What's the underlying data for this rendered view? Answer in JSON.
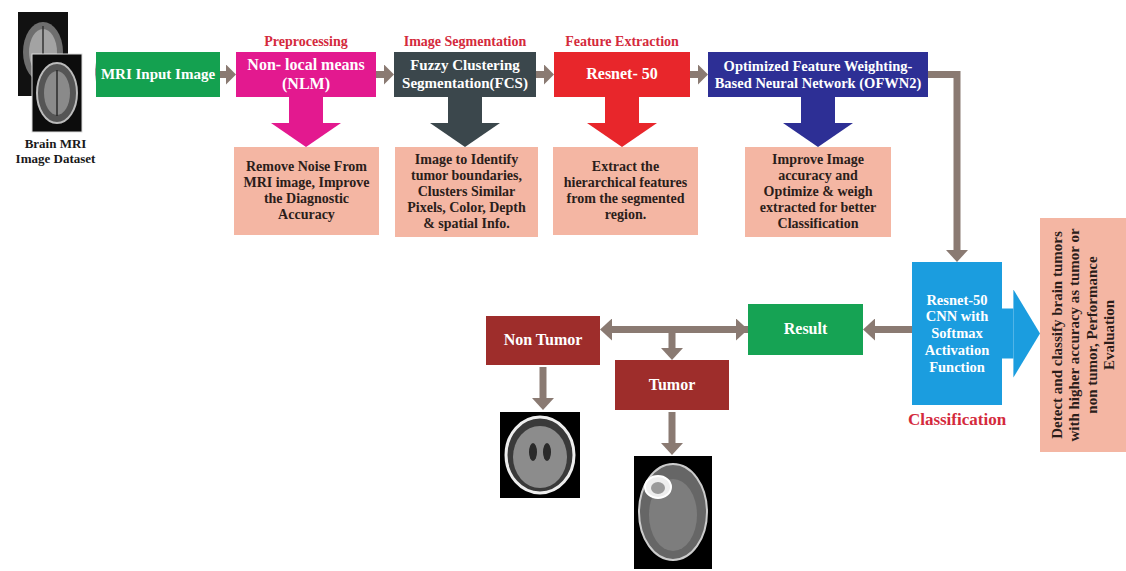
{
  "diagram": {
    "nodes": [
      {
        "text": [
          "Brain MRI Image Dataset"
        ]
      },
      {
        "text": [
          "MRI Input Image"
        ]
      },
      {
        "text": [
          "Preprocessing",
          "Non- local means (NLM)"
        ]
      },
      {
        "text": [
          "Image Segmentation",
          "Fuzzy Clustering Segmentation(FCS)"
        ]
      },
      {
        "text": [
          "Feature Extraction",
          "Resnet- 50"
        ]
      },
      {
        "text": [
          "Optimized Feature Weighting- Based Neural Network (OFWN2)"
        ]
      },
      {
        "text": [
          "Remove Noise From MRI image, Improve the Diagnostic Accuracy"
        ]
      },
      {
        "text": [
          "Image to Identify tumor boundaries, Clusters Similar Pixels, Color, Depth & spatial Info."
        ]
      },
      {
        "text": [
          "Extract the hierarchical features from the segmented region."
        ]
      },
      {
        "text": [
          "Improve Image accuracy and Optimize & weigh extracted for better Classification"
        ]
      },
      {
        "text": [
          "Resnet-50 CNN with Softmax Activation Function",
          "Classification"
        ]
      },
      {
        "text": [
          "Detect and classify brain tumors with higher accuracy as tumor or non tumor, Performance Evaluation"
        ]
      },
      {
        "text": [
          "Result"
        ]
      },
      {
        "text": [
          "Non Tumor"
        ]
      },
      {
        "text": [
          "Tumor"
        ]
      }
    ],
    "edges": [
      {
        "from": 0,
        "to": 1,
        "arrow": "to"
      },
      {
        "from": 1,
        "to": 2,
        "arrow": "to"
      },
      {
        "from": 2,
        "to": 3,
        "arrow": "to"
      },
      {
        "from": 3,
        "to": 4,
        "arrow": "to"
      },
      {
        "from": 4,
        "to": 5,
        "arrow": "to"
      },
      {
        "from": 2,
        "to": 6,
        "arrow": "to"
      },
      {
        "from": 3,
        "to": 7,
        "arrow": "to"
      },
      {
        "from": 4,
        "to": 8,
        "arrow": "to"
      },
      {
        "from": 5,
        "to": 9,
        "arrow": "to"
      },
      {
        "from": 5,
        "to": 10,
        "arrow": "to"
      },
      {
        "from": 10,
        "to": 11,
        "arrow": "to"
      },
      {
        "from": 10,
        "to": 12,
        "arrow": "to"
      },
      {
        "from": 12,
        "to": 13,
        "arrow": "both"
      },
      {
        "from": 12,
        "to": 14,
        "arrow": "to"
      }
    ]
  }
}
